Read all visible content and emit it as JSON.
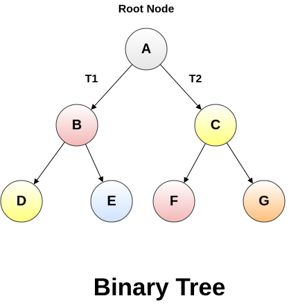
{
  "root_label": "Root Node",
  "branch_labels": {
    "left": "T1",
    "right": "T2"
  },
  "title": "Binary Tree",
  "nodes": [
    {
      "id": "A",
      "label": "A",
      "fill_top": "#ffffff",
      "fill_bottom": "#e6e6e6"
    },
    {
      "id": "B",
      "label": "B",
      "fill_top": "#ffffff",
      "fill_bottom": "#f3b7b7"
    },
    {
      "id": "C",
      "label": "C",
      "fill_top": "#ffffff",
      "fill_bottom": "#ffff7a"
    },
    {
      "id": "D",
      "label": "D",
      "fill_top": "#ffffff",
      "fill_bottom": "#ffff7a"
    },
    {
      "id": "E",
      "label": "E",
      "fill_top": "#ffffff",
      "fill_bottom": "#cfe3ff"
    },
    {
      "id": "F",
      "label": "F",
      "fill_top": "#ffffff",
      "fill_bottom": "#f3b7b7"
    },
    {
      "id": "G",
      "label": "G",
      "fill_top": "#ffffff",
      "fill_bottom": "#ffbf7a"
    }
  ],
  "edges": [
    {
      "from": "A",
      "to": "B"
    },
    {
      "from": "A",
      "to": "C"
    },
    {
      "from": "B",
      "to": "D"
    },
    {
      "from": "B",
      "to": "E"
    },
    {
      "from": "C",
      "to": "F"
    },
    {
      "from": "C",
      "to": "G"
    }
  ]
}
